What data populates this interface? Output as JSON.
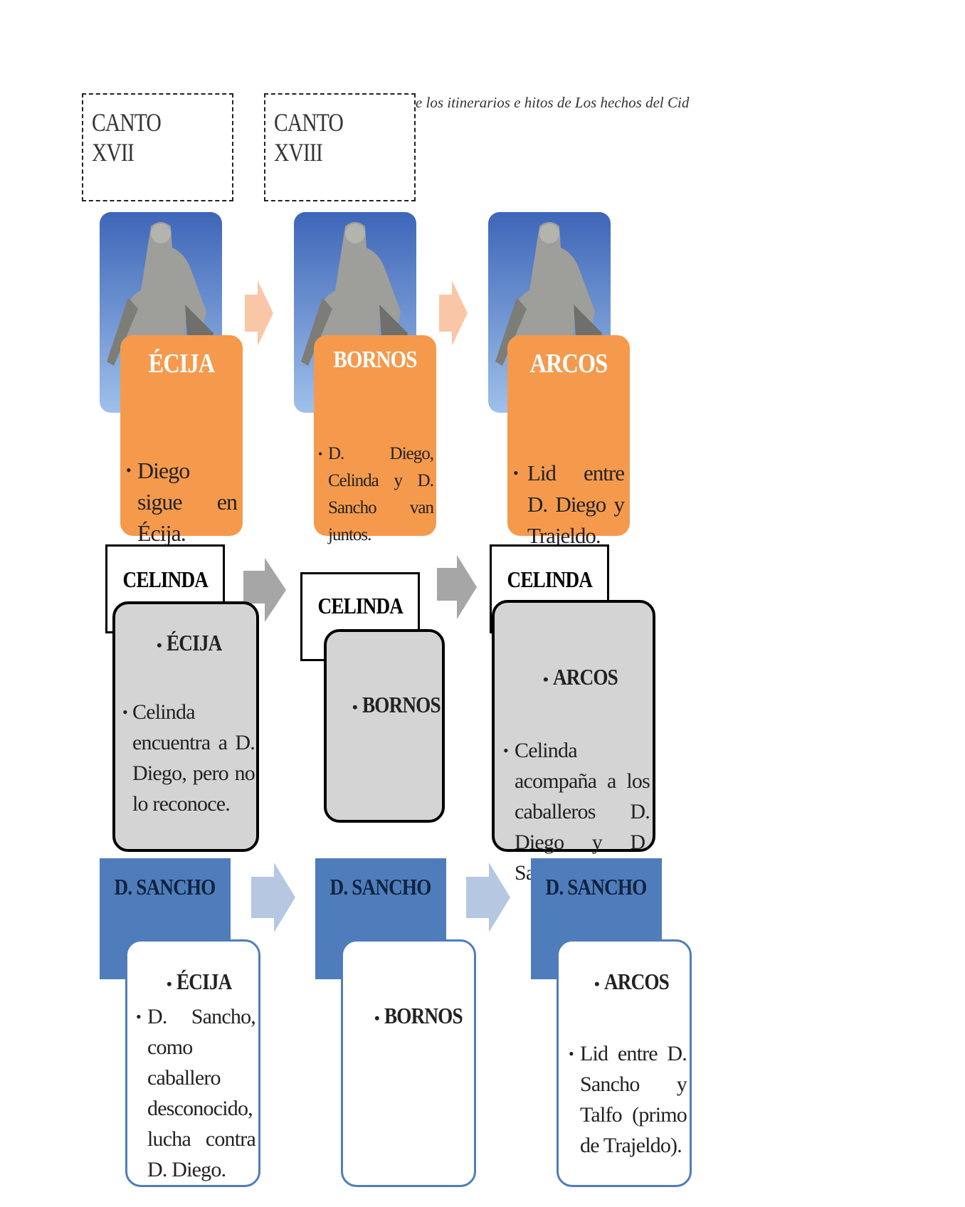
{
  "caption": "s de los itinerarios e hitos de Los hechos del Cid",
  "cantos": [
    "CANTO XVII",
    "CANTO XVIII"
  ],
  "places": [
    {
      "title": "ÉCIJA",
      "bullet": "Diego sigue en Écija."
    },
    {
      "title": "BORNOS",
      "bullet": "D. Diego, Celinda y D. Sancho van juntos."
    },
    {
      "title": "ARCOS",
      "bullet": "Lid entre D. Diego y Trajeldo."
    }
  ],
  "celinda": [
    {
      "header": "CELINDA",
      "place": "ÉCIJA",
      "text": "Celinda encuentra a D. Diego, pero no lo reconoce."
    },
    {
      "header": "CELINDA",
      "place": "BORNOS",
      "text": ""
    },
    {
      "header": "CELINDA",
      "place": "ARCOS",
      "text": "Celinda acompaña a los caballeros D. Diego y D. Sancho."
    }
  ],
  "sancho": [
    {
      "header": "D. SANCHO",
      "place": "ÉCIJA",
      "text": "D. Sancho, como caballero desconocido, lucha contra D. Diego."
    },
    {
      "header": "D. SANCHO",
      "place": "BORNOS",
      "text": ""
    },
    {
      "header": "D. SANCHO",
      "place": "ARCOS",
      "text": "Lid entre D. Sancho y Talfo (primo de Trajeldo)."
    }
  ],
  "bullet_char": "•",
  "colors": {
    "orange": "#f59a4d",
    "arrow_orange": "#f9c7a8",
    "grey_arrow": "#a6a6a6",
    "blue": "#4f7dbb",
    "arrow_blue": "#b6c7e1",
    "grey_box": "#d4d4d4"
  },
  "icons": {
    "photo": "statue-photo",
    "arrow": "right-arrow-icon"
  }
}
